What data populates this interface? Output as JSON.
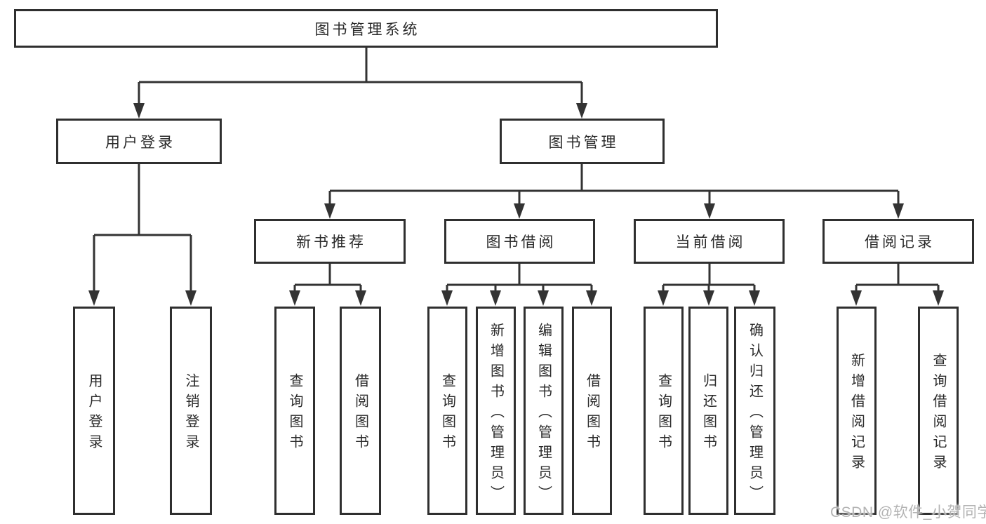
{
  "tree": {
    "root": "图书管理系统",
    "branches": [
      {
        "label": "用户登录",
        "children": [
          "用户登录",
          "注销登录"
        ]
      },
      {
        "label": "图书管理",
        "sections": [
          {
            "label": "新书推荐",
            "children": [
              "查询图书",
              "借阅图书"
            ]
          },
          {
            "label": "图书借阅",
            "children": [
              "查询图书",
              "新增图书（管理员）",
              "编辑图书（管理员）",
              "借阅图书"
            ]
          },
          {
            "label": "当前借阅",
            "children": [
              "查询图书",
              "归还图书",
              "确认归还（管理员）"
            ]
          },
          {
            "label": "借阅记录",
            "children": [
              "新增借阅记录",
              "查询借阅记录"
            ]
          }
        ]
      }
    ]
  },
  "watermark": "CSDN @软件_小贺同学",
  "colors": {
    "line": "#333333",
    "box_border": "#2f2f2f",
    "text": "#2a2a2a",
    "watermark": "#b3b3b3",
    "background": "#ffffff"
  }
}
